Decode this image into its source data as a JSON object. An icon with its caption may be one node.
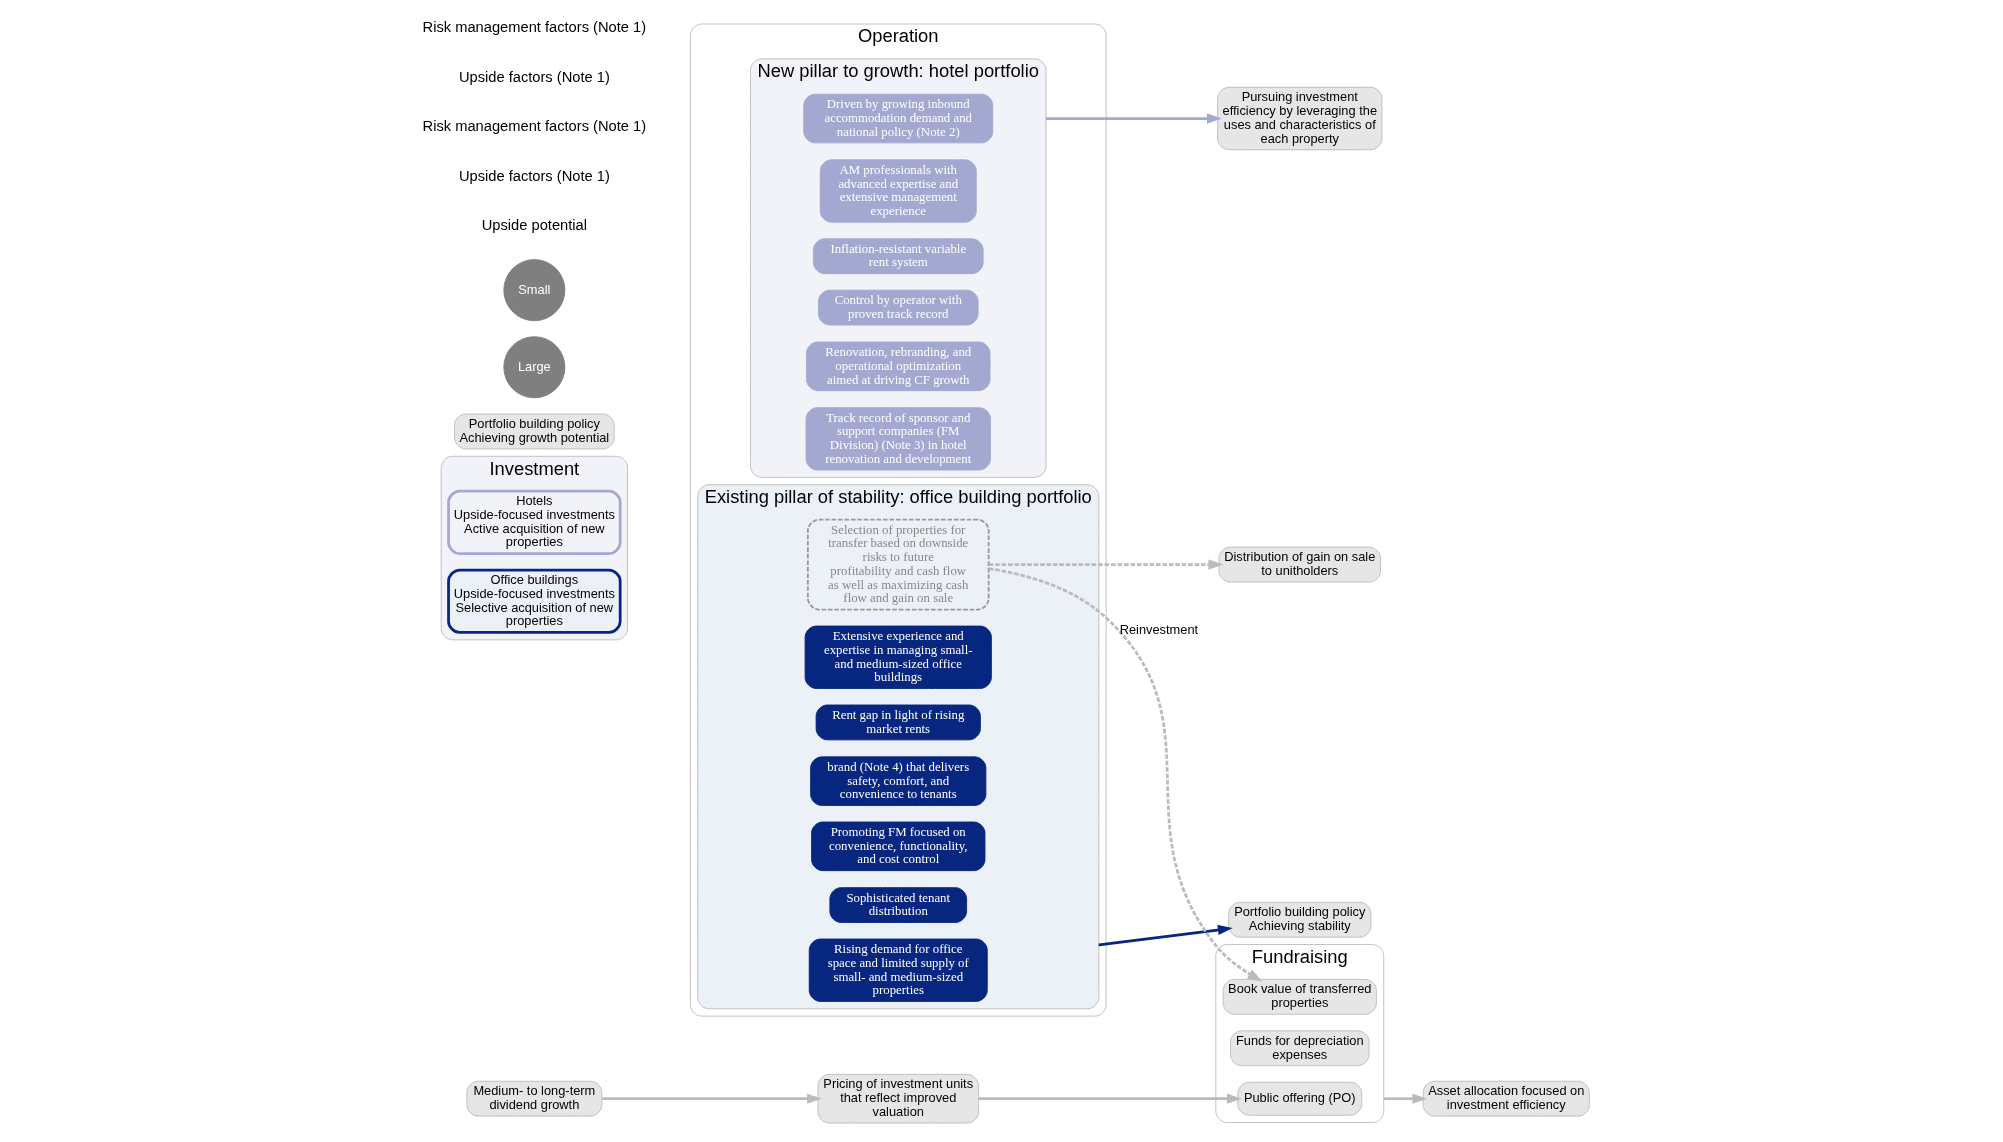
{
  "diagram": {
    "nodes": [
      {
        "text": [
          "Fundraising"
        ]
      },
      {
        "text": [
          "Public offering (PO)"
        ],
        "in": 0
      },
      {
        "text": [
          "Funds for depreciation expenses"
        ],
        "in": 0
      },
      {
        "text": [
          "Book value of transferred properties"
        ],
        "in": 0
      },
      {
        "text": [
          "Asset allocation focused on investment efficiency"
        ]
      },
      {
        "text": [
          "Investment"
        ]
      },
      {
        "text": [
          "Hotels",
          "Upside-focused investments",
          "Active acquisition of new properties"
        ],
        "in": 5
      },
      {
        "text": [
          "Office buildings",
          "Upside-focused investments",
          "Selective acquisition of new properties"
        ],
        "in": 5
      },
      {
        "text": [
          "Operation"
        ]
      },
      {
        "text": [
          "New pillar to growth: hotel portfolio"
        ],
        "in": 8
      },
      {
        "text": [
          "Driven by growing inbound accommodation demand and national policy (Note 2)"
        ],
        "in": 9
      },
      {
        "text": [
          "AM professionals with advanced expertise and extensive management experience"
        ],
        "in": 9
      },
      {
        "text": [
          "Inflation-resistant variable rent system"
        ],
        "in": 9
      },
      {
        "text": [
          "Control by operator with proven track record"
        ],
        "in": 9
      },
      {
        "text": [
          "Renovation, rebranding, and operational optimization aimed at driving CF growth"
        ],
        "in": 9
      },
      {
        "text": [
          "Track record of sponsor and support companies (FM Division) (Note 3) in hotel renovation and development"
        ],
        "in": 9
      },
      {
        "text": [
          "Existing pillar of stability: office building portfolio"
        ],
        "in": 8
      },
      {
        "text": [
          "Rising demand for office space and limited supply of small- and medium-sized properties"
        ],
        "in": 16
      },
      {
        "text": [
          "Extensive experience and expertise in managing small- and medium-sized office buildings"
        ],
        "in": 16
      },
      {
        "text": [
          "Rent gap in light of rising market rents"
        ],
        "in": 16
      },
      {
        "text": [
          "brand (Note 4) that delivers safety, comfort, and convenience to tenants"
        ],
        "in": 16
      },
      {
        "text": [
          "Promoting FM focused on convenience, functionality, and cost control"
        ],
        "in": 16
      },
      {
        "text": [
          "Sophisticated tenant distribution"
        ],
        "in": 16
      },
      {
        "text": [
          "Selection of properties for transfer based on downside risks to future profitability and cash flow as well as maximizing cash flow and gain on sale"
        ],
        "in": 16
      },
      {
        "text": [
          "Medium- to long-term dividend growth"
        ]
      },
      {
        "text": [
          "Portfolio building policy",
          "Achieving growth potential"
        ]
      },
      {
        "text": [
          "Pursuing investment efficiency by leveraging the uses and characteristics of each property"
        ]
      },
      {
        "text": [
          "Portfolio building policy",
          "Achieving stability"
        ]
      },
      {
        "text": [
          "Distribution of gain on sale to unitholders"
        ]
      },
      {
        "text": [
          "Pricing of investment units that reflect improved valuation"
        ]
      },
      {
        "text": [
          "Large"
        ]
      },
      {
        "text": [
          "Small"
        ]
      }
    ],
    "edges": [
      {
        "from": 29,
        "to": 1,
        "arrow": "to"
      },
      {
        "from": 0,
        "to": 4,
        "arrow": "to"
      },
      {
        "from": 9,
        "to": 26,
        "arrow": "to",
        "color": "#a3a8d1"
      },
      {
        "from": 16,
        "to": 27,
        "arrow": "to",
        "color": "#062680"
      },
      {
        "from": 24,
        "to": 29,
        "arrow": "to"
      },
      {
        "from": 23,
        "to": 28,
        "arrow": "to",
        "style": "dashed"
      },
      {
        "from": 23,
        "to": 3,
        "arrow": "to",
        "style": "dashed",
        "label": "Reinvestment"
      }
    ],
    "labels": [
      "Upside potential",
      "Upside factors (Note 1)",
      "Risk management factors (Note 1)",
      "Upside factors (Note 1)",
      "Risk management factors (Note 1)"
    ]
  }
}
